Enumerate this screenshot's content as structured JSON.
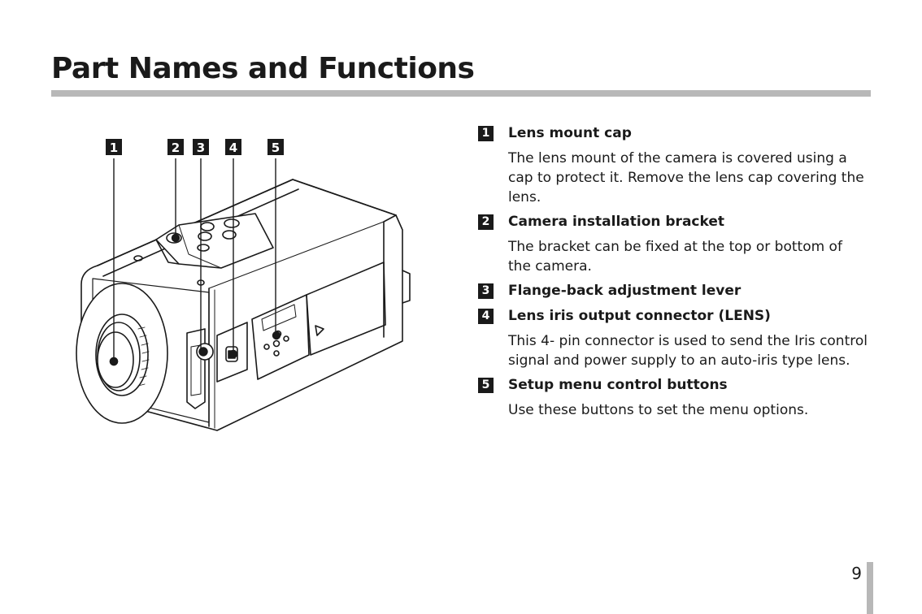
{
  "page": {
    "title": "Part Names and Functions",
    "page_number": "9"
  },
  "callouts": [
    "1",
    "2",
    "3",
    "4",
    "5"
  ],
  "items": [
    {
      "number": "1",
      "title": "Lens mount cap",
      "description": "The lens mount of the camera is covered using a cap to protect it. Remove the lens cap covering the lens."
    },
    {
      "number": "2",
      "title": "Camera installation bracket",
      "description": "The bracket can be fixed at the top or bottom of the camera."
    },
    {
      "number": "3",
      "title": "Flange-back adjustment lever",
      "description": ""
    },
    {
      "number": "4",
      "title": "Lens iris output connector (LENS)",
      "description": "This 4- pin connector is used to send the Iris control signal and power supply to an auto-iris type lens."
    },
    {
      "number": "5",
      "title": "Setup menu control buttons",
      "description": "Use these buttons to set the menu options."
    }
  ]
}
